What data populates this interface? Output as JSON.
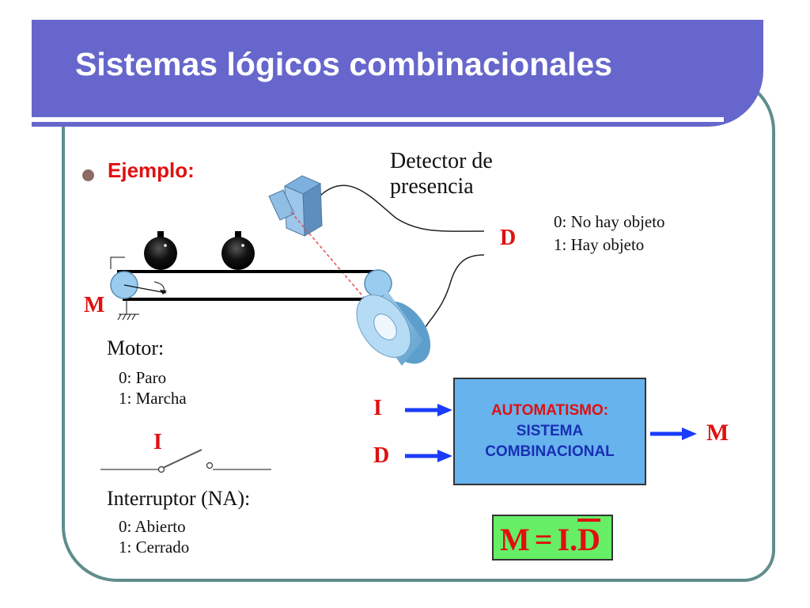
{
  "title": "Sistemas lógicos combinacionales",
  "bullet": "Ejemplo:",
  "detector": {
    "line1": "Detector de",
    "line2": "presencia"
  },
  "d_label": "D",
  "d_states": {
    "s0": "0: No hay objeto",
    "s1": "1: Hay objeto"
  },
  "m_label": "M",
  "motor": {
    "title": "Motor:",
    "s0": "0: Paro",
    "s1": "1: Marcha"
  },
  "switch_label": "I",
  "interruptor": {
    "title": "Interruptor (NA):",
    "s0": "0: Abierto",
    "s1": "1: Cerrado"
  },
  "block": {
    "line1": "AUTOMATISMO:",
    "line2": "SISTEMA",
    "line3": "COMBINACIONAL",
    "input1": "I",
    "input2": "D",
    "output": "M"
  },
  "formula": {
    "lhs": "M",
    "eq": "=",
    "i": "I",
    "dot": ".",
    "d": "D"
  },
  "colors": {
    "title_band": "#6666cc",
    "frame": "#5f8d8b",
    "red": "#e01010",
    "blue_arrow": "#1a3cff",
    "block_fill": "#66b3ee",
    "formula_fill": "#66ee66",
    "roller": "#99ccee"
  }
}
